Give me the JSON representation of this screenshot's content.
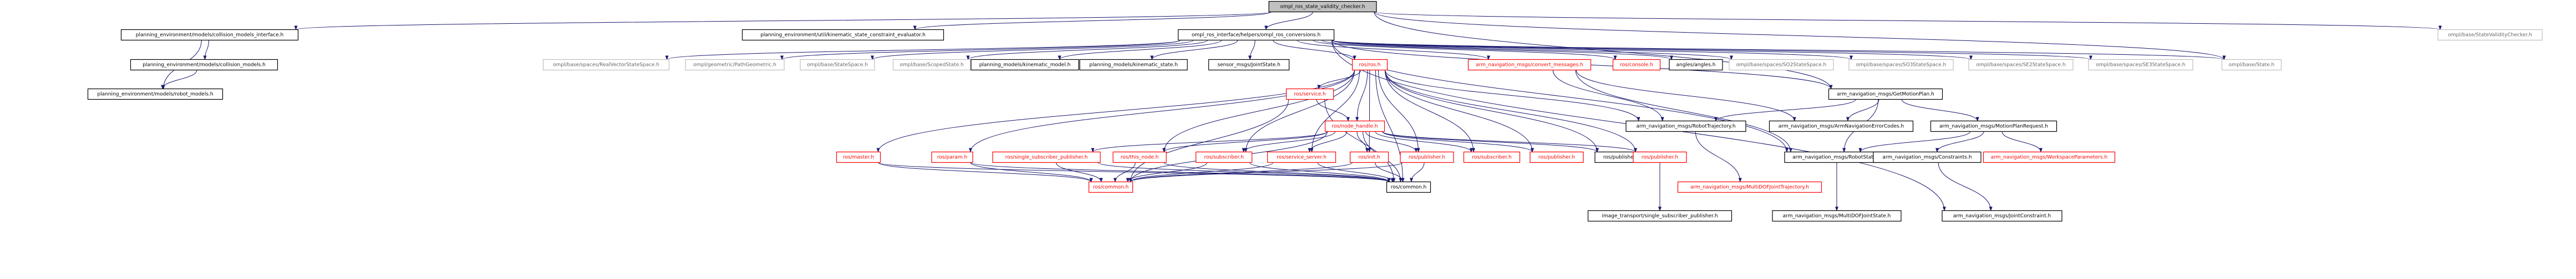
{
  "colors": {
    "root_fill": "#c0c0c0",
    "node_fill": "#ffffff",
    "node_stroke_normal": "#000000",
    "node_stroke_missing": "#bfbfbf",
    "node_stroke_truncated": "#ff0000",
    "text_normal": "#000000",
    "text_missing": "#666666",
    "text_truncated": "#ff0000",
    "edge": "#191970"
  },
  "nodes": [
    {
      "id": "root",
      "label": "ompl_ros_state_validity_checker.h",
      "style": "root"
    },
    {
      "id": "pe_cmi",
      "label": "planning_environment/models/collision_models_interface.h",
      "style": "normal"
    },
    {
      "id": "pe_kse",
      "label": "planning_environment/util/kinematic_state_constraint_evaluator.h",
      "style": "normal"
    },
    {
      "id": "orc",
      "label": "ompl_ros_interface/helpers/ompl_ros_conversions.h",
      "style": "normal"
    },
    {
      "id": "svc",
      "label": "ompl/base/StateValidityChecker.h",
      "style": "missing"
    },
    {
      "id": "pe_cm",
      "label": "planning_environment/models/collision_models.h",
      "style": "normal"
    },
    {
      "id": "pe_rm",
      "label": "planning_environment/models/robot_models.h",
      "style": "normal"
    },
    {
      "id": "rvss",
      "label": "ompl/base/spaces/RealVectorStateSpace.h",
      "style": "missing"
    },
    {
      "id": "pg",
      "label": "ompl/geometric/PathGeometric.h",
      "style": "missing"
    },
    {
      "id": "ss",
      "label": "ompl/base/StateSpace.h",
      "style": "missing"
    },
    {
      "id": "scs",
      "label": "ompl/base/ScopedState.h",
      "style": "missing"
    },
    {
      "id": "pmkm",
      "label": "planning_models/kinematic_model.h",
      "style": "normal"
    },
    {
      "id": "pmks",
      "label": "planning_models/kinematic_state.h",
      "style": "normal"
    },
    {
      "id": "smjs",
      "label": "sensor_msgs/JointState.h",
      "style": "normal"
    },
    {
      "id": "rosros",
      "label": "ros/ros.h",
      "style": "truncated"
    },
    {
      "id": "anmcm",
      "label": "arm_navigation_msgs/convert_messages.h",
      "style": "truncated"
    },
    {
      "id": "rosconsole",
      "label": "ros/console.h",
      "style": "truncated"
    },
    {
      "id": "angles",
      "label": "angles/angles.h",
      "style": "normal"
    },
    {
      "id": "so2",
      "label": "ompl/base/spaces/SO2StateSpace.h",
      "style": "missing"
    },
    {
      "id": "so3",
      "label": "ompl/base/spaces/SO3StateSpace.h",
      "style": "missing"
    },
    {
      "id": "se2",
      "label": "ompl/base/spaces/SE2StateSpace.h",
      "style": "missing"
    },
    {
      "id": "se3",
      "label": "ompl/base/spaces/SE3StateSpace.h",
      "style": "missing"
    },
    {
      "id": "state",
      "label": "ompl/base/State.h",
      "style": "missing"
    },
    {
      "id": "rosservice",
      "label": "ros/service.h",
      "style": "truncated"
    },
    {
      "id": "gmp",
      "label": "arm_navigation_msgs/GetMotionPlan.h",
      "style": "normal"
    },
    {
      "id": "rosnh",
      "label": "ros/node_handle.h",
      "style": "truncated"
    },
    {
      "id": "anrt",
      "label": "arm_navigation_msgs/RobotTrajectory.h",
      "style": "normal"
    },
    {
      "id": "anec",
      "label": "arm_navigation_msgs/ArmNavigationErrorCodes.h",
      "style": "normal"
    },
    {
      "id": "anmpr",
      "label": "arm_navigation_msgs/MotionPlanRequest.h",
      "style": "normal"
    },
    {
      "id": "rosmaster",
      "label": "ros/master.h",
      "style": "truncated"
    },
    {
      "id": "rosparam",
      "label": "ros/param.h",
      "style": "truncated"
    },
    {
      "id": "rosssp",
      "label": "ros/single_subscriber_publisher.h",
      "style": "truncated"
    },
    {
      "id": "rosthis",
      "label": "ros/this_node.h",
      "style": "truncated"
    },
    {
      "id": "rossub1",
      "label": "ros/subscriber.h",
      "style": "truncated"
    },
    {
      "id": "rosss",
      "label": "ros/service_server.h",
      "style": "truncated"
    },
    {
      "id": "rosinit",
      "label": "ros/init.h",
      "style": "truncated"
    },
    {
      "id": "rospub1",
      "label": "ros/publisher.h",
      "style": "truncated"
    },
    {
      "id": "rossub2",
      "label": "ros/subscriber.h",
      "style": "truncated"
    },
    {
      "id": "rospub2",
      "label": "ros/publisher.h",
      "style": "truncated"
    },
    {
      "id": "rospub3",
      "label": "ros/publisher.h",
      "style": "normal"
    },
    {
      "id": "rospub4",
      "label": "ros/publisher.h",
      "style": "truncated"
    },
    {
      "id": "anmdjt",
      "label": "arm_navigation_msgs/MultiDOFJointTrajectory.h",
      "style": "truncated"
    },
    {
      "id": "anrs",
      "label": "arm_navigation_msgs/RobotState.h",
      "style": "normal"
    },
    {
      "id": "ancons",
      "label": "arm_navigation_msgs/Constraints.h",
      "style": "normal"
    },
    {
      "id": "anwsp",
      "label": "arm_navigation_msgs/WorkspaceParameters.h",
      "style": "truncated"
    },
    {
      "id": "roscommon1",
      "label": "ros/common.h",
      "style": "truncated"
    },
    {
      "id": "roscommon2",
      "label": "ros/common.h",
      "style": "normal"
    },
    {
      "id": "itssp",
      "label": "image_transport/single_subscriber_publisher.h",
      "style": "normal"
    },
    {
      "id": "anmdjs",
      "label": "arm_navigation_msgs/MultiDOFJointState.h",
      "style": "normal"
    },
    {
      "id": "anjc",
      "label": "arm_navigation_msgs/JointConstraint.h",
      "style": "normal"
    }
  ],
  "edges": [
    [
      "root",
      "pe_cmi"
    ],
    [
      "root",
      "pe_kse"
    ],
    [
      "root",
      "orc"
    ],
    [
      "root",
      "svc"
    ],
    [
      "root",
      "state"
    ],
    [
      "root",
      "gmp"
    ],
    [
      "pe_cmi",
      "pe_cm"
    ],
    [
      "pe_cmi",
      "pe_rm"
    ],
    [
      "pe_cm",
      "pe_rm"
    ],
    [
      "orc",
      "rvss"
    ],
    [
      "orc",
      "pg"
    ],
    [
      "orc",
      "ss"
    ],
    [
      "orc",
      "scs"
    ],
    [
      "orc",
      "pmkm"
    ],
    [
      "orc",
      "pmks"
    ],
    [
      "orc",
      "smjs"
    ],
    [
      "orc",
      "rosros"
    ],
    [
      "orc",
      "anmcm"
    ],
    [
      "orc",
      "rosconsole"
    ],
    [
      "orc",
      "angles"
    ],
    [
      "orc",
      "so2"
    ],
    [
      "orc",
      "so3"
    ],
    [
      "orc",
      "se2"
    ],
    [
      "orc",
      "se3"
    ],
    [
      "orc",
      "state"
    ],
    [
      "orc",
      "gmp"
    ],
    [
      "orc",
      "anrs"
    ],
    [
      "orc",
      "anjc"
    ],
    [
      "rosros",
      "rosservice"
    ],
    [
      "rosros",
      "rosnh"
    ],
    [
      "rosros",
      "rosmaster"
    ],
    [
      "rosros",
      "rosparam"
    ],
    [
      "rosros",
      "rosthis"
    ],
    [
      "rosros",
      "rossub1"
    ],
    [
      "rosros",
      "rosss"
    ],
    [
      "rosros",
      "rosinit"
    ],
    [
      "rosros",
      "rospub1"
    ],
    [
      "rosros",
      "rossub2"
    ],
    [
      "rosros",
      "rospub2"
    ],
    [
      "rosros",
      "rospub3"
    ],
    [
      "rosros",
      "rospub4"
    ],
    [
      "rosros",
      "roscommon2"
    ],
    [
      "rosros",
      "anrt"
    ],
    [
      "rosservice",
      "rosnh"
    ],
    [
      "rosservice",
      "roscommon1"
    ],
    [
      "rosservice",
      "roscommon2"
    ],
    [
      "rosnh",
      "rosssp"
    ],
    [
      "rosnh",
      "rosthis"
    ],
    [
      "rosnh",
      "rossub1"
    ],
    [
      "rosnh",
      "rosss"
    ],
    [
      "rosnh",
      "rosinit"
    ],
    [
      "rosnh",
      "rospub1"
    ],
    [
      "rosnh",
      "rossub2"
    ],
    [
      "rosnh",
      "rospub2"
    ],
    [
      "rosnh",
      "rospub3"
    ],
    [
      "rosnh",
      "rospub4"
    ],
    [
      "rosnh",
      "roscommon1"
    ],
    [
      "rosnh",
      "roscommon2"
    ],
    [
      "rosmaster",
      "roscommon1"
    ],
    [
      "rosmaster",
      "roscommon2"
    ],
    [
      "rosparam",
      "roscommon1"
    ],
    [
      "rosparam",
      "roscommon2"
    ],
    [
      "rosssp",
      "roscommon1"
    ],
    [
      "rosssp",
      "roscommon2"
    ],
    [
      "rosthis",
      "roscommon1"
    ],
    [
      "rosthis",
      "roscommon2"
    ],
    [
      "rossub1",
      "roscommon1"
    ],
    [
      "rossub1",
      "roscommon2"
    ],
    [
      "rosss",
      "roscommon1"
    ],
    [
      "rosss",
      "roscommon2"
    ],
    [
      "rosinit",
      "roscommon1"
    ],
    [
      "rosinit",
      "roscommon2"
    ],
    [
      "rospub1",
      "roscommon1"
    ],
    [
      "rospub1",
      "roscommon2"
    ],
    [
      "rospub4",
      "itssp"
    ],
    [
      "anmcm",
      "anrt"
    ],
    [
      "anmcm",
      "anec"
    ],
    [
      "anmcm",
      "anrs"
    ],
    [
      "gmp",
      "anrt"
    ],
    [
      "gmp",
      "anec"
    ],
    [
      "gmp",
      "anmpr"
    ],
    [
      "gmp",
      "anrs"
    ],
    [
      "anrt",
      "anmdjt"
    ],
    [
      "anmpr",
      "anrs"
    ],
    [
      "anmpr",
      "ancons"
    ],
    [
      "anmpr",
      "anwsp"
    ],
    [
      "ancons",
      "anjc"
    ],
    [
      "anrs",
      "anmdjs"
    ]
  ]
}
